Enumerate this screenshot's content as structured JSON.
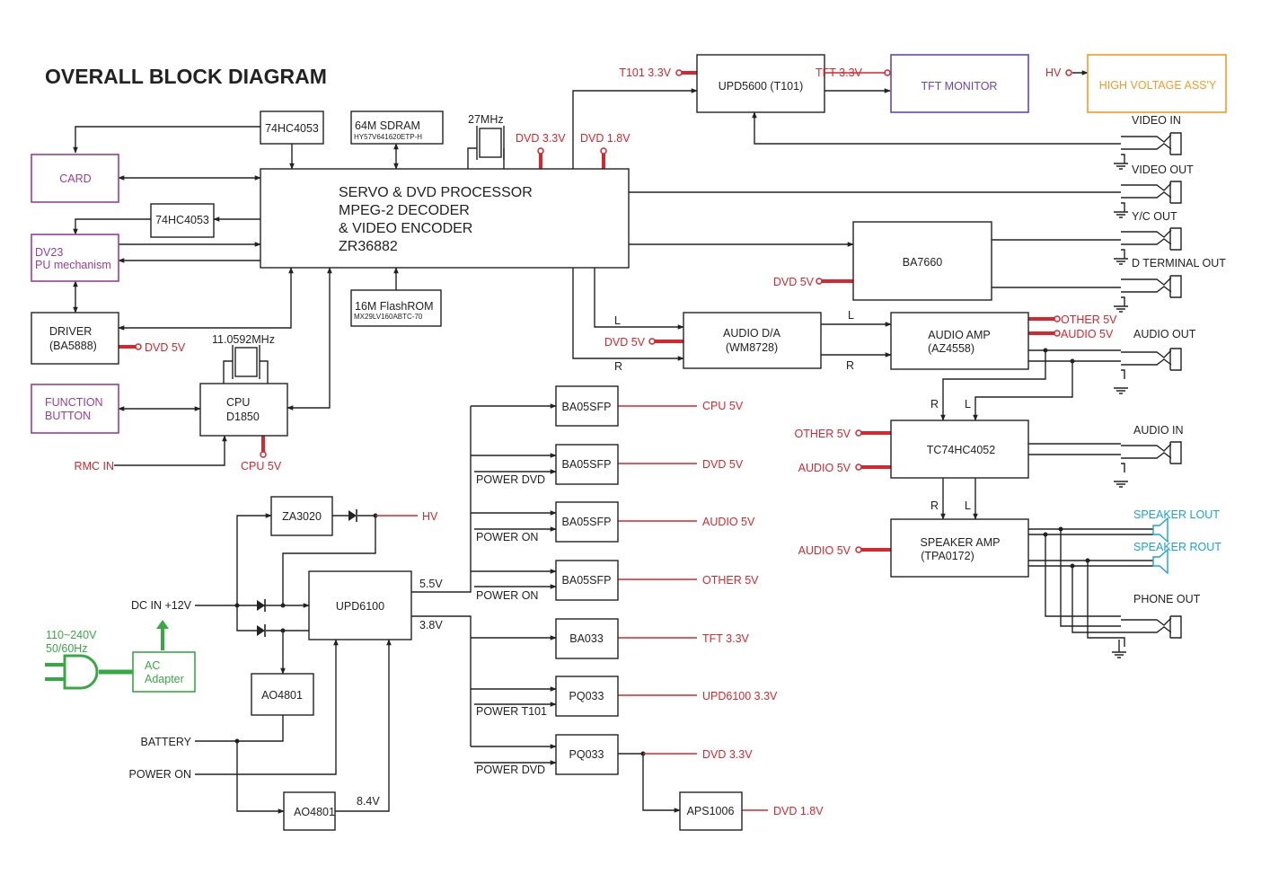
{
  "title": "OVERALL BLOCK DIAGRAM",
  "colors": {
    "black": "#222222",
    "red": "#d7262e",
    "purple": "#9b3d96",
    "violet": "#6e44a8",
    "orange": "#f39a2a",
    "green": "#38a845",
    "cyan": "#1aa2d6"
  },
  "blocks": {
    "processor": [
      "SERVO  & DVD PROCESSOR",
      "MPEG-2  DECODER",
      "& VIDEO ENCODER",
      "ZR36882"
    ],
    "hc4053_top": "74HC4053",
    "sdram": "64M SDRAM",
    "sdram_part": "HY57V641620ETP-H",
    "crystal_27": "27MHz",
    "card": "CARD",
    "hc4053_left": "74HC4053",
    "dv23": [
      "DV23",
      "PU mechanism"
    ],
    "driver": [
      "DRIVER",
      "(BA5888)"
    ],
    "flash": "16M FlashROM",
    "flash_part": "MX29LV160ABTC-70",
    "crystal_cpu": "11.0592MHz",
    "function_button": [
      "FUNCTION",
      "BUTTON"
    ],
    "cpu": [
      "CPU",
      "D1850"
    ],
    "upd5600": "UPD5600 (T101)",
    "tft_monitor": "TFT MONITOR",
    "high_voltage": "HIGH VOLTAGE ASS'Y",
    "ba7660": "BA7660",
    "audio_da": [
      "AUDIO D/A",
      "(WM8728)"
    ],
    "audio_amp": [
      "AUDIO AMP",
      "(AZ4558)"
    ],
    "tc74": "TC74HC4052",
    "speaker_amp": [
      "SPEAKER AMP",
      "(TPA0172)"
    ],
    "za3020": "ZA3020",
    "upd6100": "UPD6100",
    "ao4801_a": "AO4801",
    "ao4801_b": "AO4801",
    "ac_adapter": [
      "AC",
      "Adapter"
    ],
    "regs": [
      "BA05SFP",
      "BA05SFP",
      "BA05SFP",
      "BA05SFP",
      "BA033",
      "PQ033",
      "PQ033"
    ],
    "aps1006": "APS1006"
  },
  "labels": {
    "dvd33": "DVD 3.3V",
    "dvd18": "DVD 1.8V",
    "t101": "T101 3.3V",
    "tft33": "TFT 3.3V",
    "hv": "HV",
    "dvd5_ba": "DVD 5V",
    "dvd5_drv": "DVD 5V",
    "dvd5_da": "DVD 5V",
    "other5_amp": "OTHER 5V",
    "audio5_amp": "AUDIO 5V",
    "other5_tc": "OTHER 5V",
    "audio5_tc": "AUDIO 5V",
    "audio5_sp": "AUDIO 5V",
    "cpu5v": "CPU 5V",
    "rmc_in": "RMC IN",
    "hv_out": "HV",
    "dc_in": "DC IN +12V",
    "battery": "BATTERY",
    "power_on": "POWER ON",
    "v55": "5.5V",
    "v38": "3.8V",
    "v84": "8.4V",
    "mains": [
      "110~240V",
      "50/60Hz"
    ],
    "L1": "L",
    "R1": "R",
    "L2": "L",
    "R2": "R",
    "R3": "R",
    "L3": "L",
    "R4": "R",
    "L4": "L"
  },
  "reg_outputs": [
    "CPU 5V",
    "DVD 5V",
    "AUDIO 5V",
    "OTHER 5V",
    "TFT 3.3V",
    "UPD6100 3.3V",
    "DVD 3.3V",
    "DVD 1.8V"
  ],
  "reg_controls": [
    "POWER DVD",
    "POWER ON",
    "POWER ON",
    "POWER T101",
    "POWER DVD"
  ],
  "connectors": [
    "VIDEO IN",
    "VIDEO OUT",
    "Y/C OUT",
    "D TERMINAL OUT",
    "AUDIO OUT",
    "AUDIO IN",
    "PHONE OUT"
  ],
  "speakers": [
    "SPEAKER LOUT",
    "SPEAKER ROUT"
  ]
}
